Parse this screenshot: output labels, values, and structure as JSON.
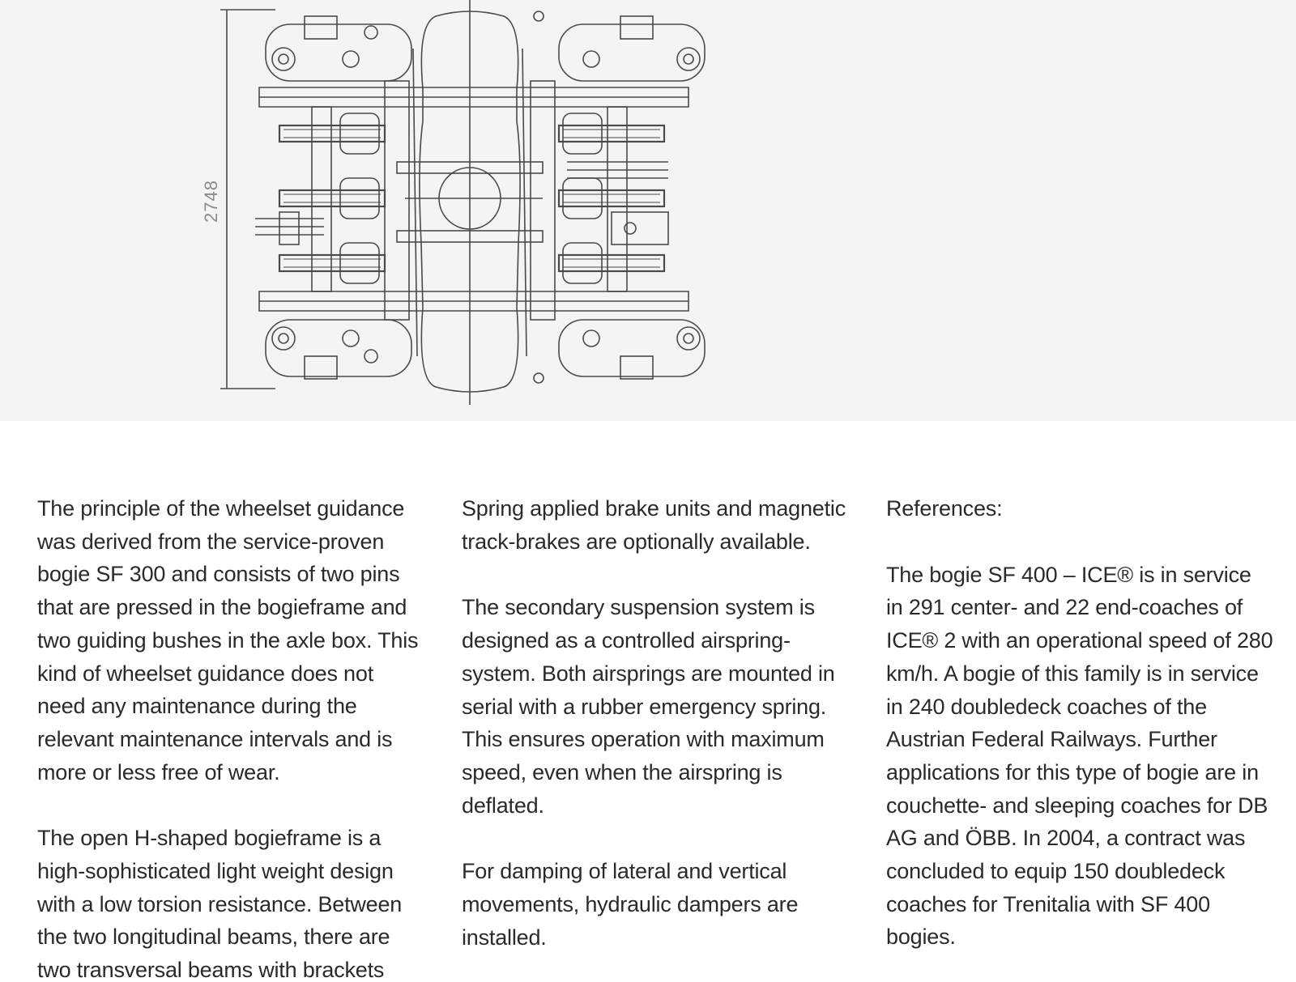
{
  "figure": {
    "dimension_label": "2748",
    "line_color": "#4a4a4a"
  },
  "columns": [
    {
      "paragraphs": [
        "The principle of the wheelset guidance was derived from the service-proven bogie SF 300 and consists of two pins that are pressed in the bogieframe and two guiding bushes in the axle box. This kind of wheelset guidance does not need any maintenance during the relevant maintenance intervals and is more or less free of wear.",
        "The open H-shaped bogieframe is a high-sophisticated light weight design with a low torsion resistance. Between the two longitudinal beams, there are two transversal beams with brackets"
      ]
    },
    {
      "paragraphs": [
        "Spring applied brake units and magnetic track-brakes are optionally available.",
        "The secondary suspension system is designed as a controlled airspring-system. Both airsprings are mounted in serial with a rubber emergency spring. This ensures operation with maximum speed, even when the airspring is deflated.",
        "For damping of lateral and vertical movements, hydraulic dampers are installed."
      ]
    },
    {
      "label": "References:",
      "paragraphs": [
        "The bogie SF 400 – ICE® is in service in 291 center- and 22 end-coaches of ICE® 2 with an operational speed of 280 km/h. A bogie of this family is in service in 240 doubledeck coaches of the Austrian Federal Railways. Further applications for this type of bogie are in couchette- and sleeping coaches for DB AG and ÖBB. In 2004, a contract was concluded to equip 150 doubledeck coaches for Trenitalia with SF 400 bogies."
      ]
    }
  ]
}
